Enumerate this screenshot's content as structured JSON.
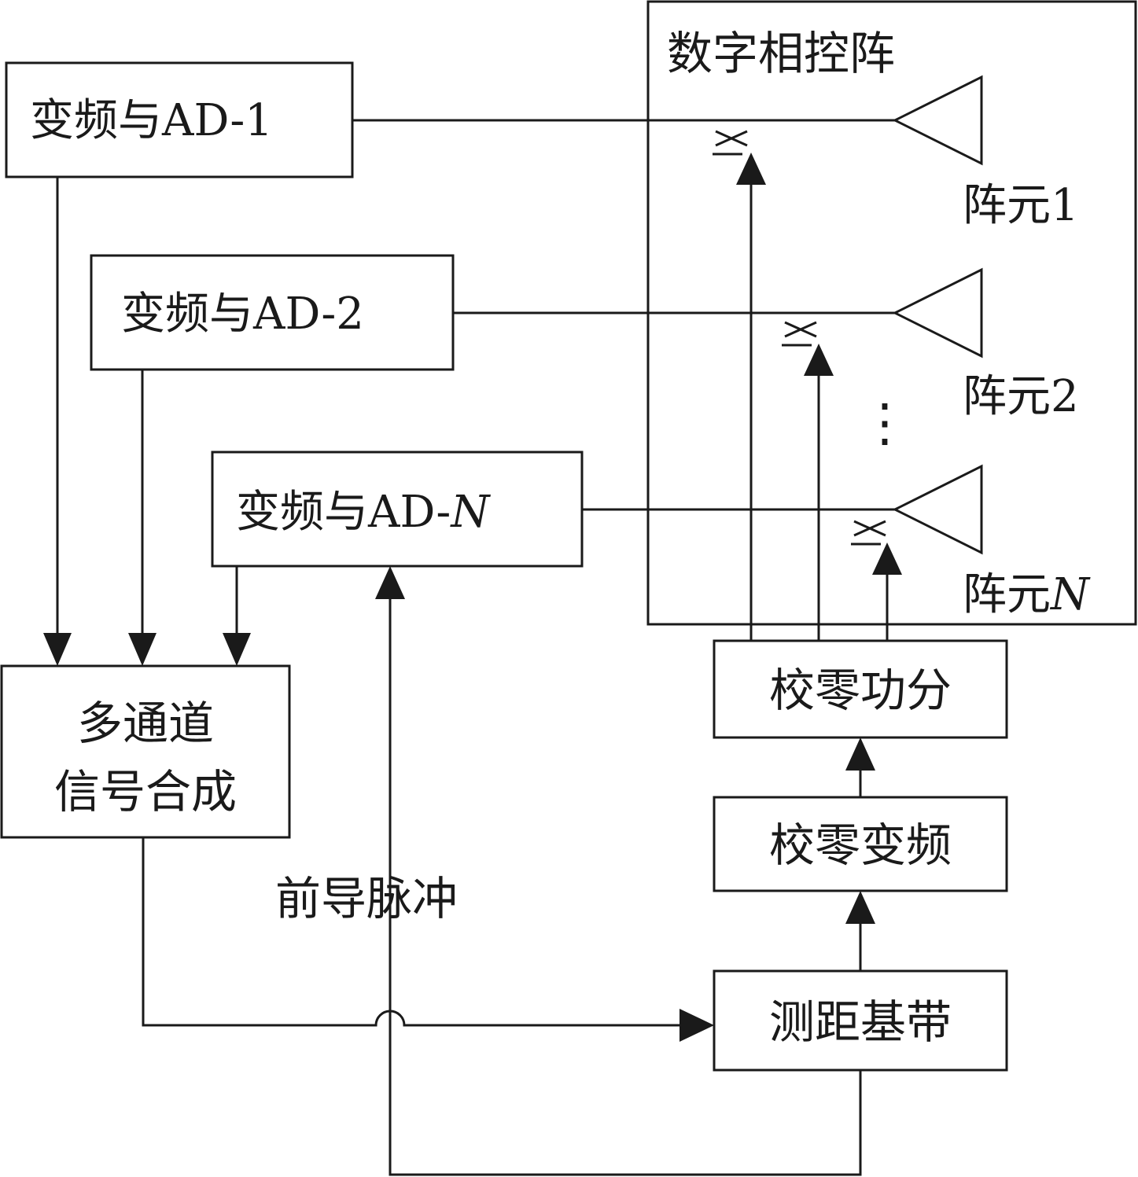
{
  "array_title": "数字相控阵",
  "conv_boxes": [
    {
      "text": "变频与AD-1"
    },
    {
      "text": "变频与AD-2"
    },
    {
      "prefix": "变频与AD-",
      "suffix": "N"
    }
  ],
  "elements": [
    {
      "text": "阵元1"
    },
    {
      "text": "阵元2"
    },
    {
      "prefix": "阵元",
      "suffix": "N"
    }
  ],
  "ellipsis": "⋮",
  "combiner": {
    "line1": "多通道",
    "line2": "信号合成"
  },
  "cal_splitter": "校零功分",
  "cal_converter": "校零变频",
  "ranging_baseband": "测距基带",
  "pulse_label": "前导脉冲",
  "colors": {
    "ink": "#1a1a1a",
    "background": "#ffffff"
  }
}
